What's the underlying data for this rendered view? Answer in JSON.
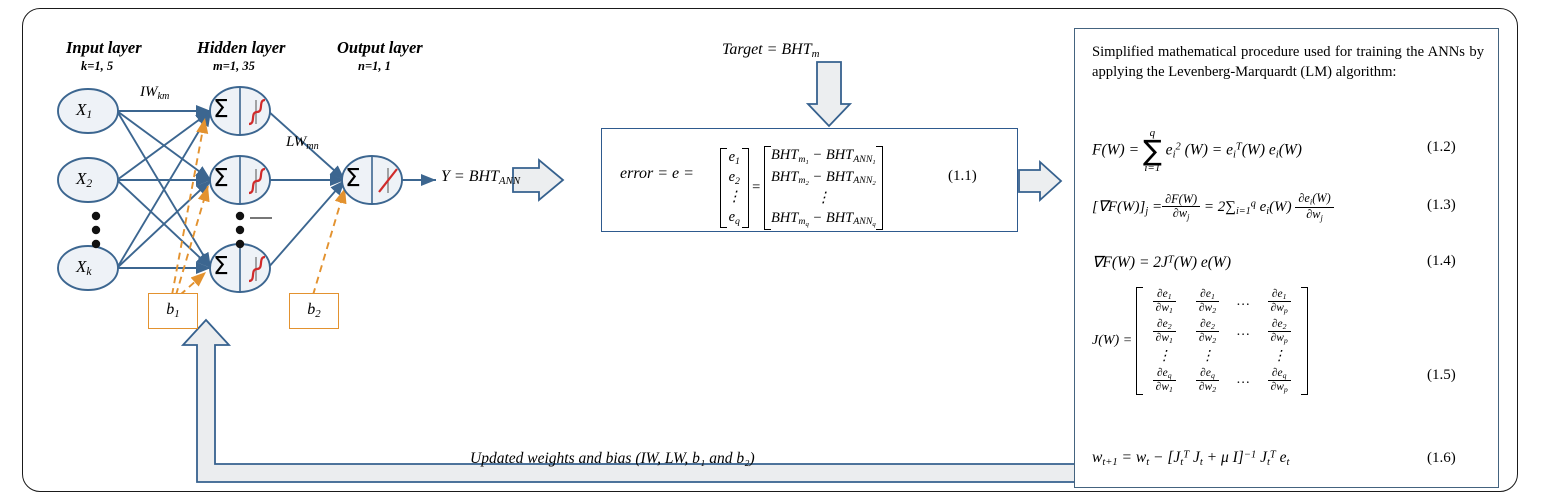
{
  "diagram": {
    "title_semantic": "ann-training-lm-algorithm-flow",
    "colors": {
      "frame_border": "#1a1a1a",
      "node_stroke": "#3c6690",
      "node_fill": "#eef2f7",
      "connection": "#3c6690",
      "bias_orange": "#e3922f",
      "activation_red": "#d12b2b",
      "block_arrow_fill": "#eceef0",
      "block_arrow_stroke": "#36618e",
      "eq_box_border": "#2e5a8e",
      "right_box_border": "#44637f",
      "feedback_fill": "#ebedef",
      "feedback_stroke": "#36618e"
    },
    "network": {
      "layers": [
        {
          "name": "input-layer",
          "title": "Input layer",
          "range": "k=1, 5"
        },
        {
          "name": "hidden-layer",
          "title": "Hidden layer",
          "range": "m=1, 35"
        },
        {
          "name": "output-layer",
          "title": "Output layer",
          "range": "n=1, 1"
        }
      ],
      "input_nodes": [
        "X",
        "X",
        "X"
      ],
      "input_subscripts": [
        "1",
        "2",
        "k"
      ],
      "hidden_symbol": "Σ",
      "output_symbol": "Σ",
      "weight_labels": [
        {
          "name": "input-weight-label",
          "base": "IW",
          "sub": "km"
        },
        {
          "name": "layer-weight-label",
          "base": "LW",
          "sub": "mn"
        }
      ],
      "biases": [
        {
          "name": "bias-1",
          "base": "b",
          "sub": "1"
        },
        {
          "name": "bias-2",
          "base": "b",
          "sub": "2"
        }
      ],
      "output_expression": {
        "prefix": "Y = BHT",
        "sub": "ANN"
      },
      "vertical_ellipsis": "⋮"
    },
    "target": {
      "label_prefix": "Target  = BHT",
      "label_sub": "m"
    },
    "error_box": {
      "lhs": "error = e =",
      "vector_e": [
        "e₁",
        "e₂",
        "⋮",
        "e_q"
      ],
      "equals": "=",
      "vector_rhs": [
        "BHT_m₁ − BHT_ANN₁",
        "BHT_m₂ − BHT_ANN₂",
        "⋮",
        "BHT_m_q − BHT_ANN_q"
      ],
      "number": "(1.1)"
    },
    "feedback": {
      "label": "Updated weights and bias (IW, LW, b₁ and b₂)"
    },
    "right_panel": {
      "heading": "Simplified mathematical procedure used for training the ANNs by applying the Levenberg-Marquardt (LM) algorithm:",
      "equations": [
        {
          "name": "equation-1-2",
          "number": "(1.2)",
          "text": "F(W) = ∑ eᵢ² (W) = eᵢᵀ(W) eᵢ(W)"
        },
        {
          "name": "equation-1-3",
          "number": "(1.3)",
          "text": "[∇F(W)]ⱼ = ∂F(W)/∂wⱼ = 2∑ᵢ₌₁ᵠ eᵢ(W) ∂eᵢ(W)/∂wⱼ"
        },
        {
          "name": "equation-1-4",
          "number": "(1.4)",
          "text": "∇F(W) = 2Jᵀ(W) e(W)"
        },
        {
          "name": "equation-1-5",
          "number": "(1.5)",
          "text": "J(W) = Jacobian matrix of partial derivatives ∂eᵢ/∂wⱼ"
        },
        {
          "name": "equation-1-6",
          "number": "(1.6)",
          "text": "wₜ₊₁ = wₜ − [Jₜᵀ Jₜ + μ I]⁻¹ Jₜᵀ eₜ"
        }
      ],
      "jacobian": {
        "lhs": "J(W) =",
        "rows": [
          [
            "∂e₁/∂w₁",
            "∂e₁/∂w₂",
            "…",
            "∂e₁/∂w_p"
          ],
          [
            "∂e₂/∂w₁",
            "∂e₂/∂w₂",
            "…",
            "∂e₂/∂w_p"
          ],
          [
            "⋮",
            "⋮",
            "",
            "⋮"
          ],
          [
            "∂e_q/∂w₁",
            "∂e_q/∂w₂",
            "…",
            "∂e_q/∂w_p"
          ]
        ]
      }
    }
  }
}
